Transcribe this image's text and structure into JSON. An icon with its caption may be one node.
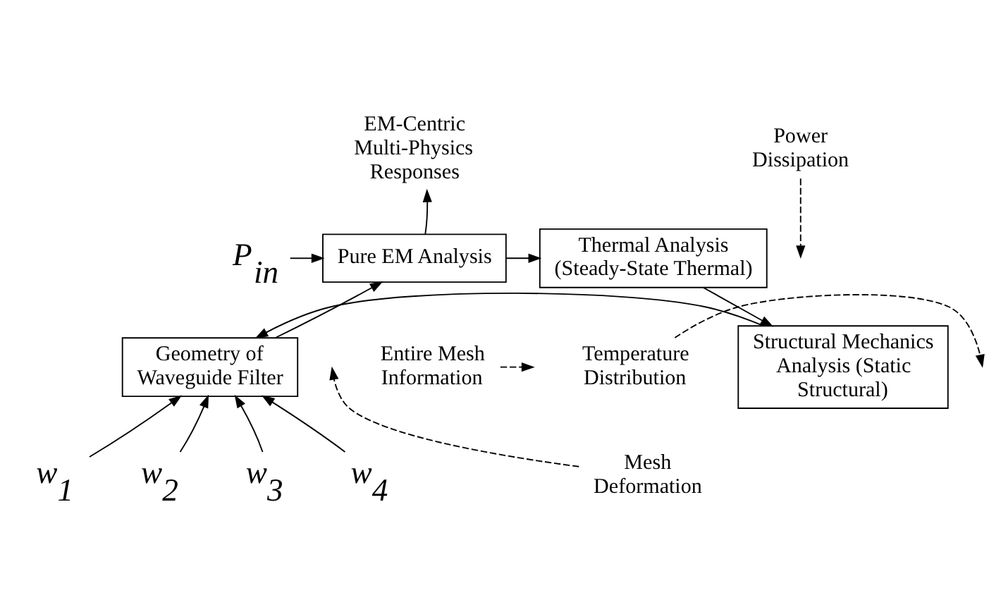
{
  "diagram": {
    "nodes": [
      {
        "text": [
          "Pure EM Analysis"
        ]
      },
      {
        "text": [
          "Thermal Analysis (Steady-State Thermal)"
        ]
      },
      {
        "text": [
          "Structural Mechanics Analysis (Static Structural)"
        ]
      },
      {
        "text": [
          "Geometry of Waveguide Filter"
        ]
      },
      {
        "text": [
          "EM-Centric Multi-Physics Responses"
        ]
      },
      {
        "text": [
          "P$_{in}$"
        ]
      },
      {
        "text": [
          "Power Dissipation"
        ]
      },
      {
        "text": [
          "Entire Mesh Information"
        ]
      },
      {
        "text": [
          "Temperature Distribution"
        ]
      },
      {
        "text": [
          "Mesh Deformation"
        ]
      },
      {
        "text": [
          "w$_{1}$"
        ]
      },
      {
        "text": [
          "w$_{2}$"
        ]
      },
      {
        "text": [
          "w$_{3}$"
        ]
      },
      {
        "text": [
          "w$_{4}$"
        ]
      }
    ],
    "edges": [
      {
        "from": 5,
        "to": 0,
        "arrow": "to"
      },
      {
        "from": 0,
        "to": 4,
        "arrow": "to"
      },
      {
        "from": 0,
        "to": 1,
        "arrow": "to"
      },
      {
        "from": 6,
        "to": null,
        "arrow": "to",
        "style": "dashed"
      },
      {
        "from": 1,
        "to": 2,
        "arrow": "to"
      },
      {
        "from": 8,
        "to": null,
        "arrow": "to",
        "style": "dashed"
      },
      {
        "from": 3,
        "to": 0,
        "arrow": "to"
      },
      {
        "from": 7,
        "to": null,
        "arrow": "to",
        "style": "dashed"
      },
      {
        "from": 2,
        "to": 3,
        "arrow": "to"
      },
      {
        "from": 9,
        "to": null,
        "arrow": "to",
        "style": "dashed"
      },
      {
        "from": 10,
        "to": 3,
        "arrow": "to"
      },
      {
        "from": 11,
        "to": 3,
        "arrow": "to"
      },
      {
        "from": 12,
        "to": 3,
        "arrow": "to"
      },
      {
        "from": 13,
        "to": 3,
        "arrow": "to"
      }
    ]
  }
}
